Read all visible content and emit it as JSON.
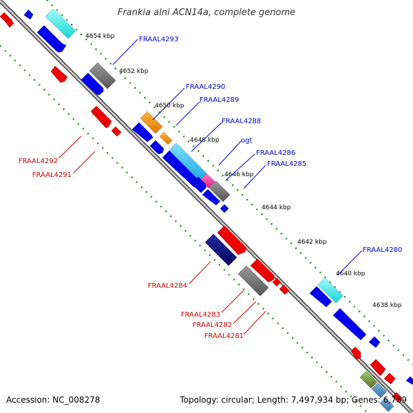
{
  "title": "Frankia alni ACN14a, complete genome",
  "footer": {
    "accession": "Accession: NC_008278",
    "topology": "Topology: circular; Length: 7,497,934 bp; Genes: 6,769"
  },
  "colors": {
    "backbone": "#808080",
    "gc_dots": "#2b8a2b",
    "forward_label": "#0000cc",
    "reverse_label": "#cc0000"
  },
  "ticks": [
    "4654 kbp",
    "4652 kbp",
    "4650 kbp",
    "4648 kbp",
    "4646 kbp",
    "4644 kbp",
    "4642 kbp",
    "4640 kbp",
    "4638 kbp"
  ],
  "gene_labels": {
    "forward": [
      "FRAAL4293",
      "FRAAL4290",
      "FRAAL4289",
      "FRAAL4288",
      "ogt",
      "FRAAL4286",
      "FRAAL4285",
      "FRAAL4280"
    ],
    "reverse": [
      "FRAAL4292",
      "FRAAL4291",
      "FRAAL4284",
      "FRAAL4283",
      "FRAAL4282",
      "FRAAL4281"
    ]
  }
}
